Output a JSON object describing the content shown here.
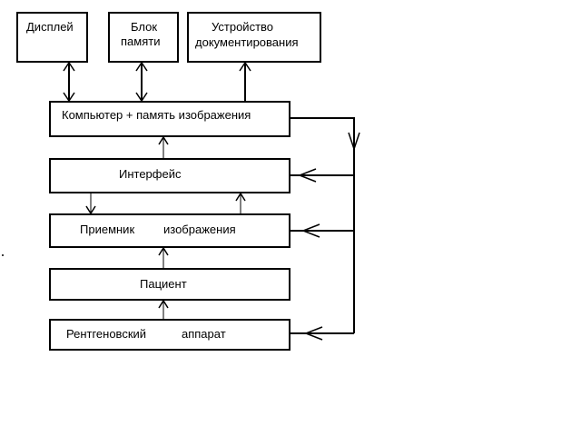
{
  "blocks": {
    "display": "Дисплей",
    "memory_line1": "Блок",
    "memory_line2": "памяти",
    "documentation_line1": "Устройство",
    "documentation_line2": "документирования",
    "computer": "Компьютер + память изображения",
    "interface": "Интерфейс",
    "receiver_part1": "Приемник",
    "receiver_part2": "изображения",
    "patient": "Пациент",
    "xray_part1": "Рентгеновский",
    "xray_part2": "аппарат"
  }
}
